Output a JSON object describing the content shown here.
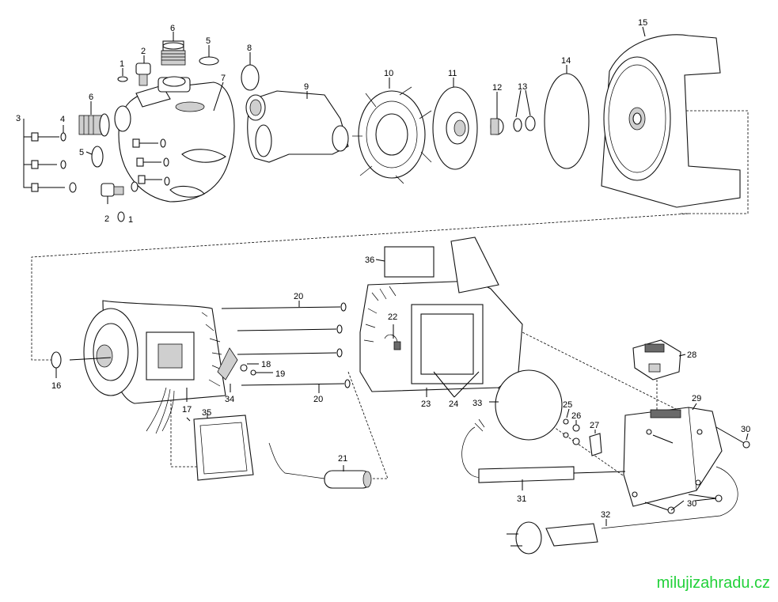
{
  "watermark": "milujizahradu.cz",
  "colors": {
    "watermark": "#22d13a",
    "line": "#000000"
  },
  "part_labels": [
    "1",
    "1",
    "2",
    "2",
    "3",
    "4",
    "5",
    "5",
    "6",
    "6",
    "7",
    "8",
    "9",
    "10",
    "11",
    "12",
    "13",
    "14",
    "15",
    "16",
    "17",
    "18",
    "19",
    "20",
    "20",
    "21",
    "22",
    "23",
    "24",
    "25",
    "26",
    "27",
    "28",
    "29",
    "30",
    "30",
    "31",
    "32",
    "33",
    "34",
    "35",
    "36"
  ]
}
